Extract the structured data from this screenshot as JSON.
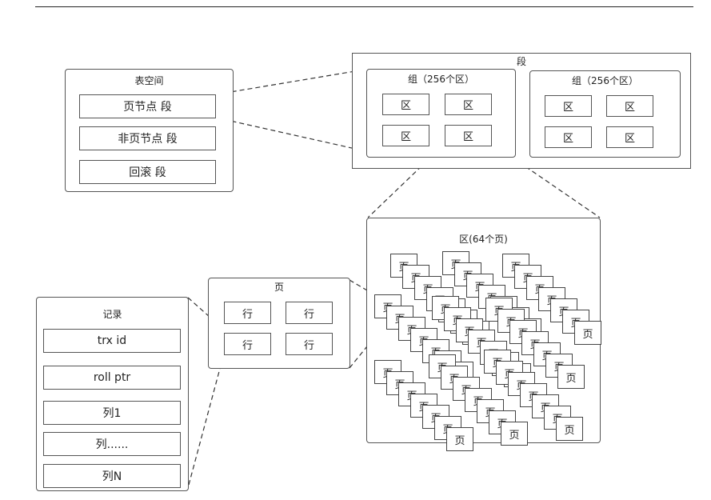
{
  "tablespace": {
    "title": "表空间",
    "segments": [
      "页节点 段",
      "非页节点 段",
      "回滚 段"
    ]
  },
  "segment": {
    "title": "段",
    "groups": [
      {
        "title": "组（256个区）",
        "extents": [
          "区",
          "区",
          "区",
          "区"
        ]
      },
      {
        "title": "组（256个区）",
        "extents": [
          "区",
          "区",
          "区",
          "区"
        ]
      }
    ]
  },
  "extent": {
    "title": "区(64个页)",
    "page_label": "页"
  },
  "page": {
    "title": "页",
    "rows": [
      "行",
      "行",
      "行",
      "行"
    ]
  },
  "record": {
    "title": "记录",
    "fields": [
      "trx id",
      "roll ptr",
      "列1",
      "列......",
      "列N"
    ]
  }
}
